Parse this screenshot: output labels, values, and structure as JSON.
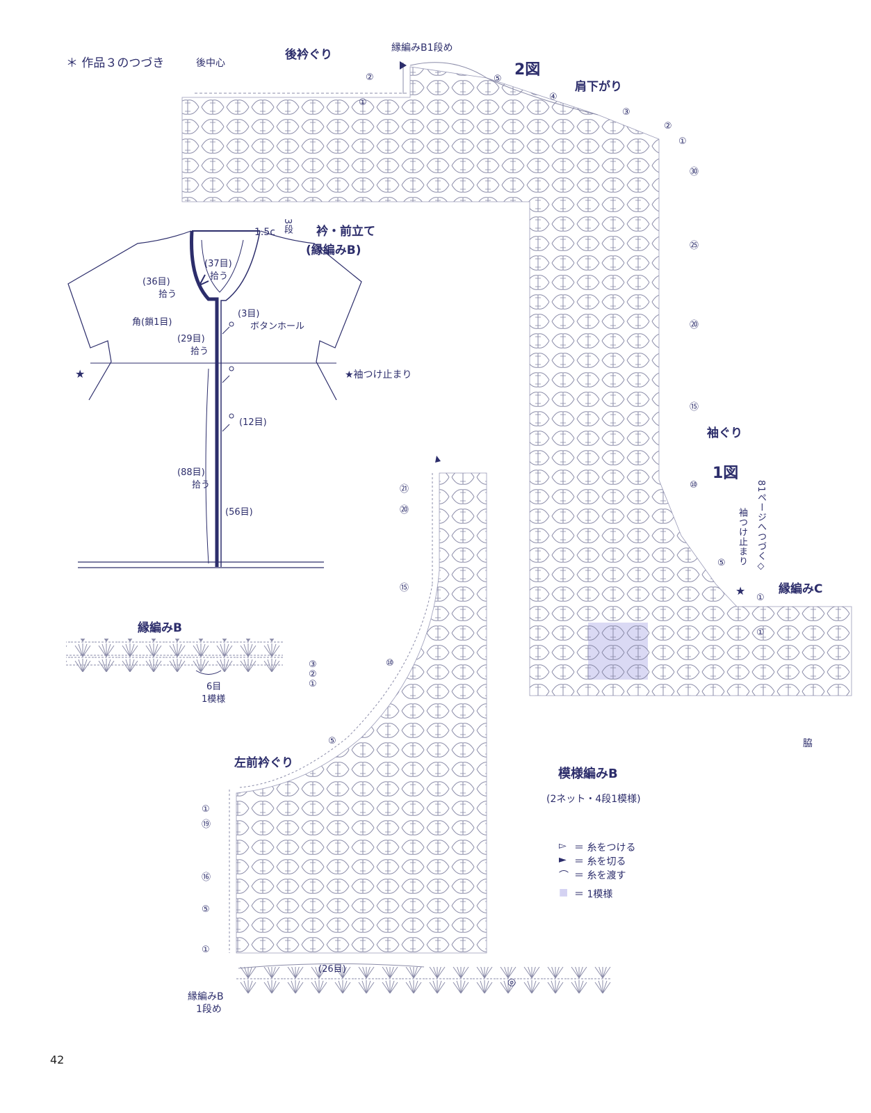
{
  "header_note": "＊ 作品３のつづき",
  "labels": {
    "back_center": "後中心",
    "back_neckline": "後衿ぐり",
    "edge_b_row1_top": "縁編みB1段め",
    "fig2": "2図",
    "shoulder_slope": "肩下がり",
    "collar_title": "衿・前立て",
    "collar_sub": "(縁編みB)",
    "dim_15c": "1.5c",
    "dim_3dan": "3段",
    "pick_37": "(37目)",
    "pick_37_sub": "拾う",
    "pick_36": "(36目)",
    "pick_36_sub": "拾う",
    "corner": "角(鎖1目)",
    "pick_3": "(3目)",
    "buttonhole": "ボタンホール",
    "pick_29": "(29目)",
    "pick_29_sub": "拾う",
    "sleeve_stop_label": "★袖つけ止まり",
    "star": "★",
    "pick_12": "(12目)",
    "pick_88": "(88目)",
    "pick_88_sub": "拾う",
    "pick_56": "(56目)",
    "armhole": "袖ぐり",
    "fig1": "1図",
    "continue_p81": "81ページへつづく◇",
    "sleeve_stop_vert": "袖つけ止まり",
    "edge_c": "縁編みC",
    "side": "脇",
    "edge_b_title": "縁編みB",
    "motif_6": "6目",
    "motif_1": "1模様",
    "left_front_neckline": "左前衿ぐり",
    "pattern_b_title": "模様編みB",
    "pattern_b_sub": "(2ネット・4段1模様)",
    "pick_26": "(26目)",
    "edge_b_row1_bottom": "縁編みB",
    "edge_b_row1_bottom_sub": "1段め",
    "page_number": "42"
  },
  "legend": [
    {
      "symbol": "▻",
      "text": "＝ 糸をつける"
    },
    {
      "symbol": "►",
      "text": "＝ 糸を切る"
    },
    {
      "symbol": "⌒",
      "text": "＝ 糸を渡す"
    },
    {
      "symbol": "■",
      "text": "＝ 1模様"
    }
  ],
  "row_markers": {
    "fig2_right": [
      "⑤",
      "④",
      "③",
      "②",
      "①",
      "㉚",
      "㉕",
      "⑳",
      "⑮",
      "⑩",
      "⑤",
      "①",
      "①"
    ],
    "fig2_left": [
      "②",
      "①"
    ],
    "edge_b_rows": [
      "③",
      "②",
      "①"
    ],
    "left_front_upper": [
      "㉑",
      "⑳",
      "⑮",
      "⑩",
      "⑤"
    ],
    "left_front_lower": [
      "①",
      "⑲",
      "⑯",
      "⑤",
      "①"
    ],
    "other": "◎"
  },
  "colors": {
    "ink": "#2c2d6b",
    "chart_line": "#6a6b8c",
    "highlight": "#d4d2f2"
  }
}
